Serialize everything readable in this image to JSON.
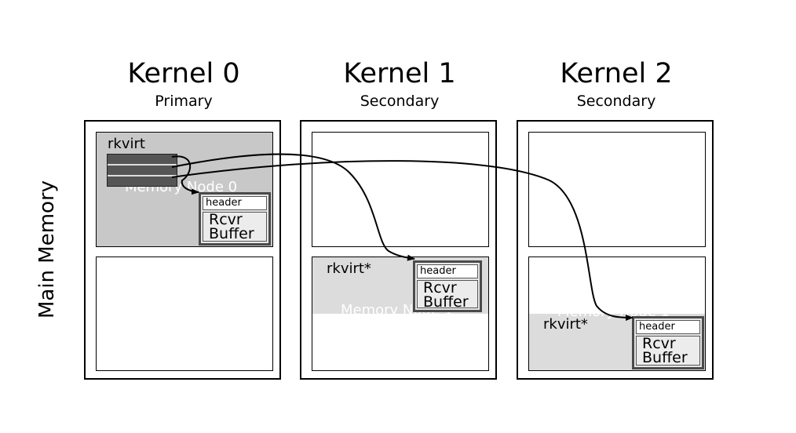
{
  "side_label": "Main Memory",
  "kernels": [
    {
      "title": "Kernel 0",
      "role": "Primary"
    },
    {
      "title": "Kernel 1",
      "role": "Secondary"
    },
    {
      "title": "Kernel 2",
      "role": "Secondary"
    }
  ],
  "k0": {
    "rkvirt_label": "rkvirt",
    "node_label": "Memory Node 0"
  },
  "k1": {
    "rkvirt_label": "rkvirt*",
    "node_label": "Memory Node 1"
  },
  "k2": {
    "rkvirt_label": "rkvirt*",
    "node_label": "Memory Node 1"
  },
  "buffer": {
    "header": "header",
    "line1": "Rcvr",
    "line2": "Buffer"
  },
  "colors": {
    "shaded_region": "#c8c8c8",
    "light_region": "#dcdcdc",
    "queue": "#555555"
  }
}
